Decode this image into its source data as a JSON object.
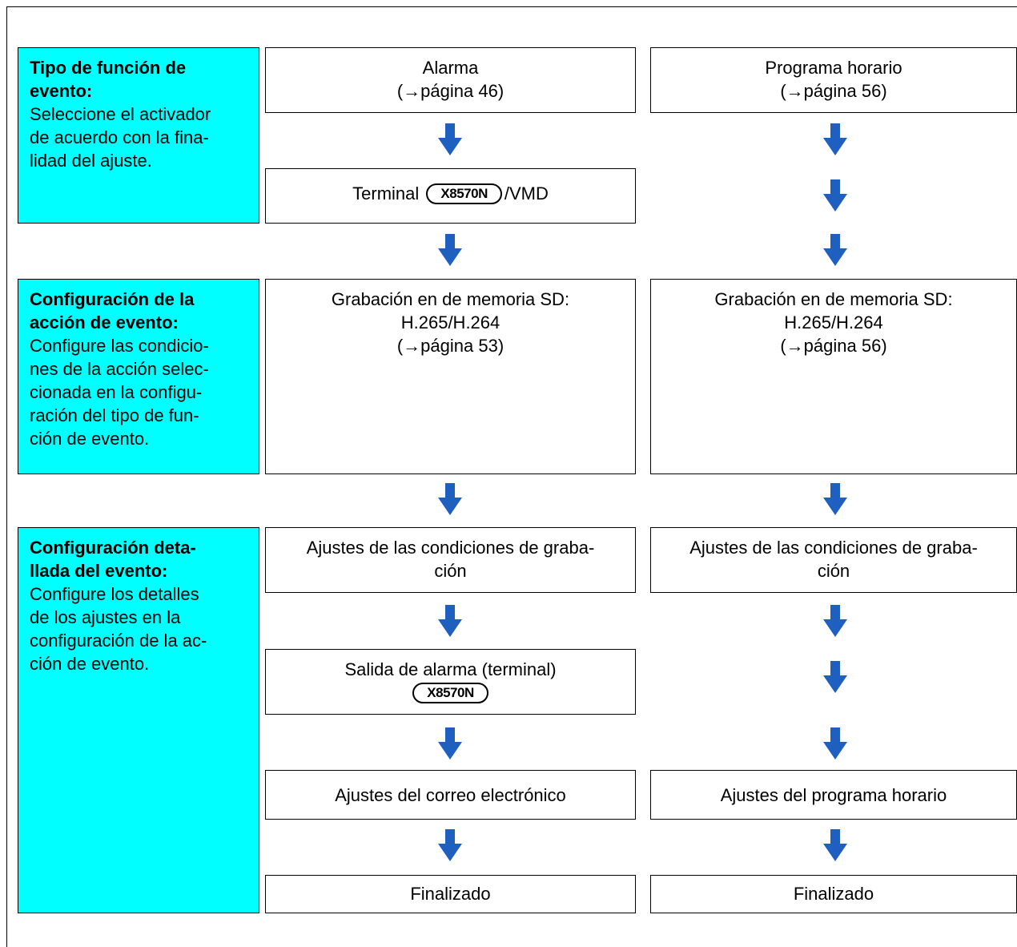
{
  "sections": [
    {
      "heading": [
        "Tipo de función de",
        "evento:"
      ],
      "body": [
        "Seleccione el activador",
        "de acuerdo con la fina-",
        "lidad del ajuste."
      ]
    },
    {
      "heading": [
        "Configuración de la",
        "acción de evento:"
      ],
      "body": [
        "Configure las condicio-",
        "nes de la acción selec-",
        "cionada en la configu-",
        "ración del tipo de fun-",
        "ción de evento."
      ]
    },
    {
      "heading": [
        "Configuración deta-",
        "llada del evento:"
      ],
      "body": [
        "Configure los detalles",
        "de los ajustes en la",
        "configuración de la ac-",
        "ción de evento."
      ]
    }
  ],
  "column_a": {
    "alarm": [
      "Alarma",
      "(→página 46)"
    ],
    "terminal_pre": "Terminal ",
    "terminal_badge": "X8570N",
    "terminal_post": "/VMD",
    "sd_recording": [
      "Grabación en de memoria SD:",
      "H.265/H.264",
      "(→página 53)"
    ],
    "recording_conditions": [
      "Ajustes de las condiciones de graba-",
      "ción"
    ],
    "alarm_output": "Salida de alarma (terminal)",
    "alarm_output_badge": "X8570N",
    "email": "Ajustes del correo electrónico",
    "finished": "Finalizado"
  },
  "column_b": {
    "schedule": [
      "Programa horario",
      "(→página 56)"
    ],
    "sd_recording": [
      "Grabación en de memoria SD:",
      "H.265/H.264",
      "(→página 56)"
    ],
    "recording_conditions": [
      "Ajustes de las condiciones de graba-",
      "ción"
    ],
    "schedule_settings": "Ajustes del programa horario",
    "finished": "Finalizado"
  },
  "colors": {
    "sidebar": "#00ffff",
    "arrow": "#1f5fbf",
    "border": "#000000"
  },
  "icons": {
    "flow_arrow": "down-arrow-icon"
  }
}
